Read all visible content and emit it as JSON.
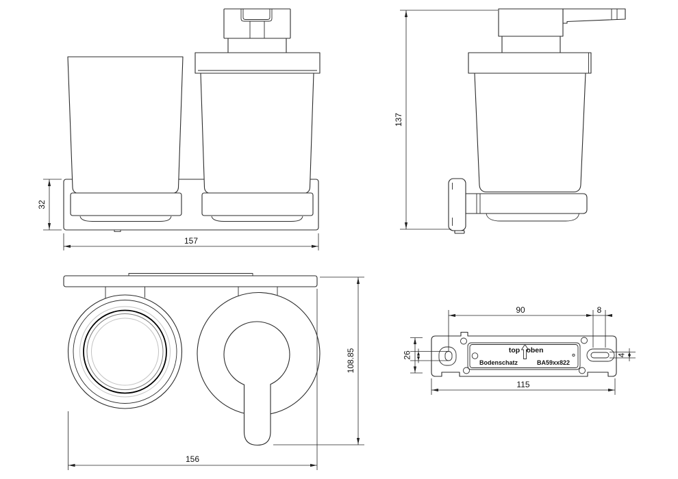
{
  "drawing": {
    "views": {
      "front": {
        "label_overall_width": "157",
        "label_holder_height": "32"
      },
      "side": {
        "label_overall_height": "137"
      },
      "top": {
        "label_overall_width": "156",
        "label_overall_depth": "108.85"
      },
      "plate": {
        "label_plate_width": "115",
        "label_plate_height": "26",
        "label_hole_spacing": "90",
        "label_slot_offset": "8",
        "label_slot_height": "4",
        "text_top": "top",
        "text_oben": "oben",
        "text_brand": "Bodenschatz",
        "text_model": "BA59xx822"
      }
    },
    "colors": {
      "line": "#2a2a2a",
      "dimension_line": "#222222",
      "light_ring": "#c2c2c2",
      "mid_ring": "#7a7a7a",
      "bold_ring": "#000000",
      "background": "#ffffff",
      "text": "#111111"
    }
  }
}
